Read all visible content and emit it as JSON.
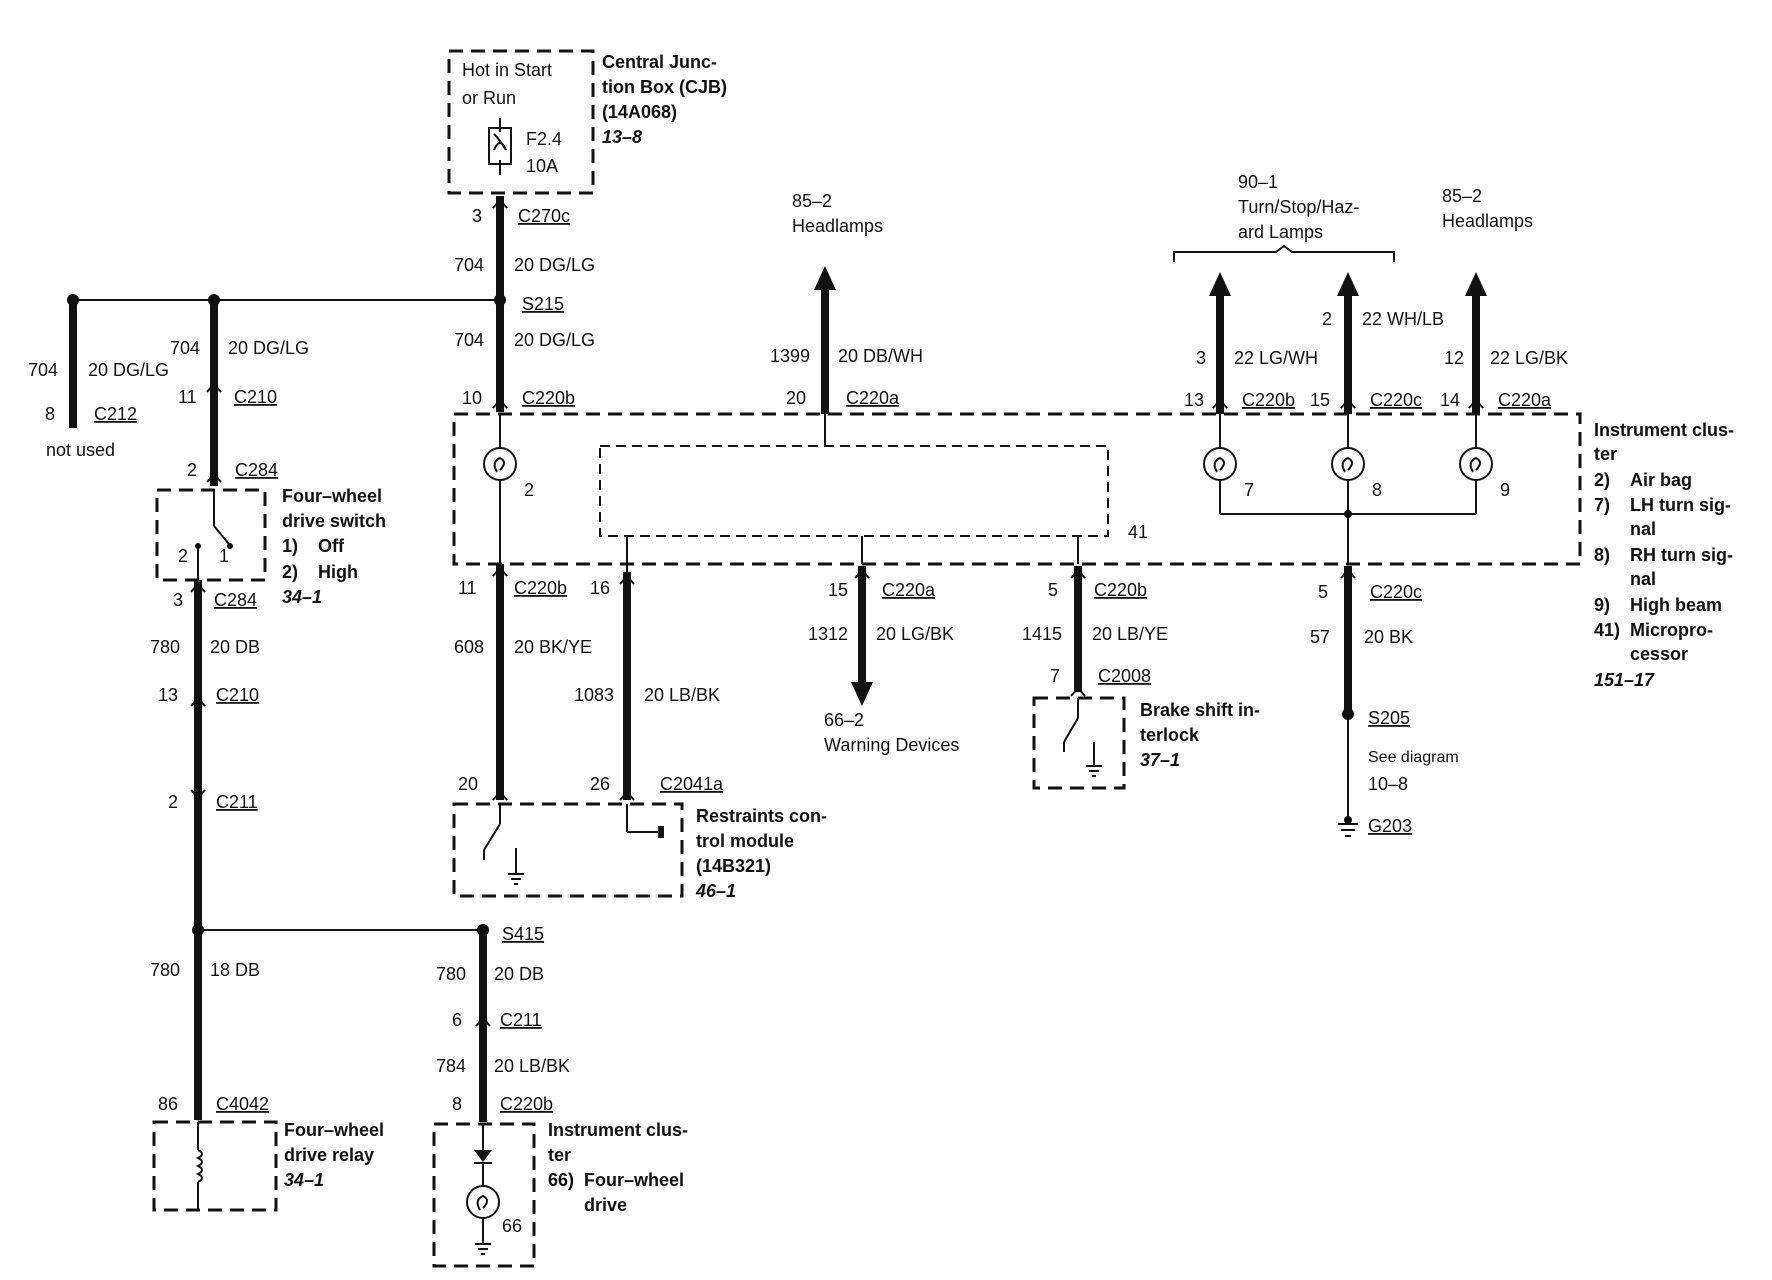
{
  "cjb": {
    "hot_line1": "Hot in Start",
    "hot_line2": "or Run",
    "fuse": "F2.4",
    "fuse_amp": "10A",
    "title1": "Central Junc-",
    "title2": "tion Box (CJB)",
    "part": "(14A068)",
    "ref": "13–8"
  },
  "connectors": {
    "c270c_pin": "3",
    "c270c": "C270c",
    "s215": "S215",
    "c220b_top_pin": "10",
    "c220b_top": "C220b",
    "c212_pin": "8",
    "c212": "C212",
    "not_used": "not used",
    "c210_top_pin": "11",
    "c210_top": "C210",
    "c284_top_pin": "2",
    "c284_top": "C284",
    "c284_bot_pin": "3",
    "c284_bot": "C284",
    "c210_bot_pin": "13",
    "c210_bot": "C210",
    "c211_left_pin": "2",
    "c211_left": "C211",
    "s415": "S415",
    "c211_right_pin": "6",
    "c211_right": "C211",
    "c220b_low_pin": "8",
    "c220b_low": "C220b",
    "c4042_pin": "86",
    "c4042": "C4042",
    "c220a_top_pin": "20",
    "c220a_top": "C220a",
    "c220b_r_pin": "13",
    "c220b_r": "C220b",
    "c220c_r_pin": "15",
    "c220c_r": "C220c",
    "c220a_r_pin": "14",
    "c220a_r": "C220a",
    "c220b_b1_pin": "11",
    "c220b_b1": "C220b",
    "c220b_b1_pin2": "16",
    "c220a_b_pin": "15",
    "c220a_b": "C220a",
    "c220b_b2_pin": "5",
    "c220b_b2": "C220b",
    "c220c_b_pin": "5",
    "c220c_b": "C220c",
    "c2008_pin": "7",
    "c2008": "C2008",
    "c2041a_pin1": "20",
    "c2041a_pin2": "26",
    "c2041a": "C2041a",
    "s205": "S205",
    "see_diagram": "See diagram",
    "see_ref": "10–8",
    "g203": "G203"
  },
  "wires": {
    "w704_a_num": "704",
    "w704_a": "20 DG/LG",
    "w704_b_num": "704",
    "w704_b": "20 DG/LG",
    "w704_c_num": "704",
    "w704_c": "20 DG/LG",
    "w704_d_num": "704",
    "w704_d": "20 DG/LG",
    "w780_a_num": "780",
    "w780_a": "20 DB",
    "w780_b_num": "780",
    "w780_b": "18 DB",
    "w780_c_num": "780",
    "w780_c": "20 DB",
    "w784_num": "784",
    "w784": "20 LB/BK",
    "w1399_num": "1399",
    "w1399": "20 DB/WH",
    "w3_num": "3",
    "w3": "22 LG/WH",
    "w2_num": "2",
    "w2": "22 WH/LB",
    "w12_num": "12",
    "w12": "22 LG/BK",
    "w608_num": "608",
    "w608": "20 BK/YE",
    "w1083_num": "1083",
    "w1083": "20 LB/BK",
    "w1312_num": "1312",
    "w1312": "20 LG/BK",
    "w1415_num": "1415",
    "w1415": "20 LB/YE",
    "w57_num": "57",
    "w57": "20 BK"
  },
  "destinations": {
    "headlamps_l_ref": "85–2",
    "headlamps_l": "Headlamps",
    "turn_ref": "90–1",
    "turn1": "Turn/Stop/Haz-",
    "turn2": "ard Lamps",
    "headlamps_r_ref": "85–2",
    "headlamps_r": "Headlamps",
    "warning_ref": "66–2",
    "warning": "Warning Devices"
  },
  "instrument_cluster": {
    "title1": "Instrument clus-",
    "title2": "ter",
    "i2_num": "2)",
    "i2": "Air bag",
    "i7_num": "7)",
    "i7a": "LH turn sig-",
    "i7b": "nal",
    "i8_num": "8)",
    "i8a": "RH turn sig-",
    "i8b": "nal",
    "i9_num": "9)",
    "i9": "High beam",
    "i41_num": "41)",
    "i41a": "Micropro-",
    "i41b": "cessor",
    "ref": "151–17",
    "lamp2": "2",
    "lamp7": "7",
    "lamp8": "8",
    "lamp9": "9",
    "micro": "41"
  },
  "fwd_switch": {
    "title1": "Four–wheel",
    "title2": "drive switch",
    "o1_num": "1)",
    "o1": "Off",
    "o2_num": "2)",
    "o2": "High",
    "ref": "34–1",
    "pos2": "2",
    "pos1": "1"
  },
  "restraints": {
    "title1": "Restraints con-",
    "title2": "trol module",
    "part": "(14B321)",
    "ref": "46–1"
  },
  "brake": {
    "title1": "Brake shift in-",
    "title2": "terlock",
    "ref": "37–1"
  },
  "relay": {
    "title1": "Four–wheel",
    "title2": "drive relay",
    "ref": "34–1"
  },
  "ic_low": {
    "title1": "Instrument clus-",
    "title2": "ter",
    "i66_num": "66)",
    "i66a": "Four–wheel",
    "i66b": "drive",
    "lamp66": "66"
  }
}
